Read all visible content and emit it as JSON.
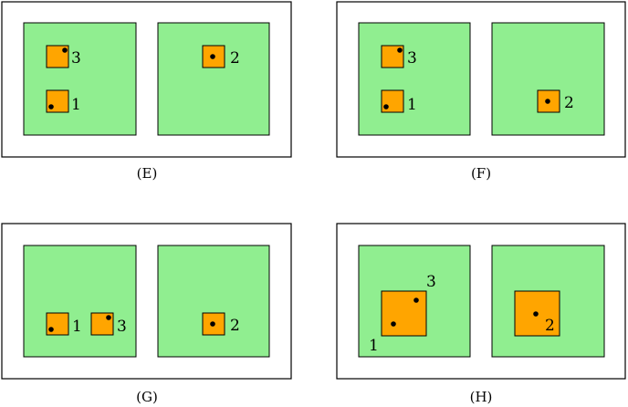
{
  "panels": [
    {
      "caption": "(E)",
      "labels": [
        "3",
        "1",
        "2"
      ]
    },
    {
      "caption": "(F)",
      "labels": [
        "3",
        "1",
        "2"
      ]
    },
    {
      "caption": "(G)",
      "labels": [
        "1",
        "3",
        "2"
      ]
    },
    {
      "caption": "(H)",
      "labels": [
        "3",
        "1",
        "2"
      ]
    }
  ],
  "colors": {
    "frame": "#000000",
    "region": "#90ee90",
    "box": "#ffa500",
    "dot": "#000000"
  }
}
